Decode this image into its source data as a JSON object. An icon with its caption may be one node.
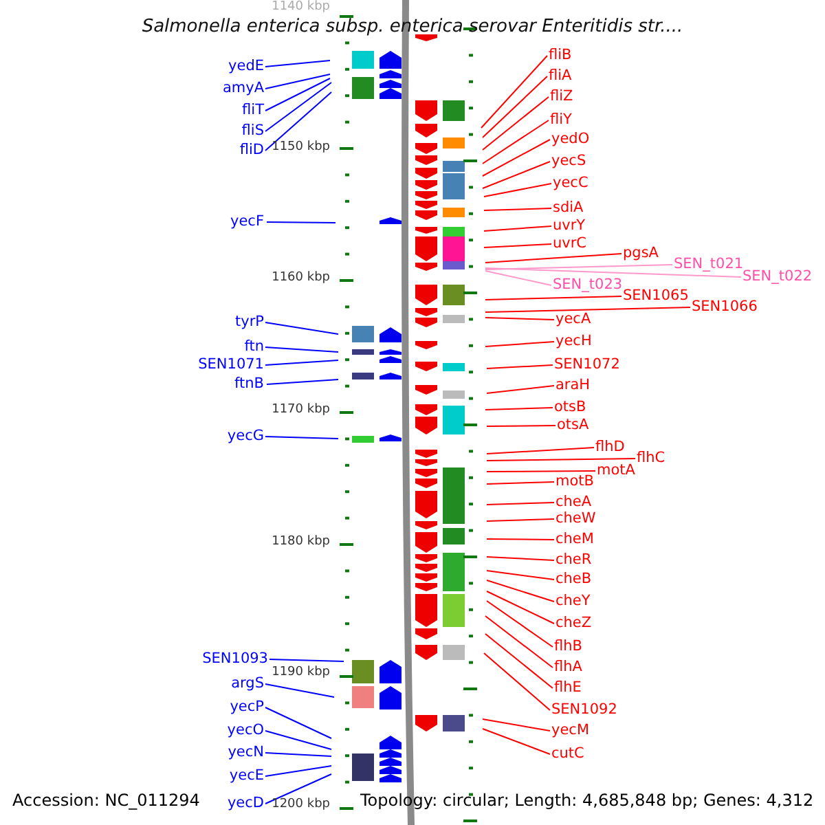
{
  "diagram": {
    "title": "Salmonella enterica subsp. enterica serovar Enteritidis str....",
    "nodes": [
      {
        "text": [
          "yedE"
        ]
      },
      {
        "text": [
          "amyA"
        ]
      },
      {
        "text": [
          "fliT"
        ]
      },
      {
        "text": [
          "fliS"
        ]
      },
      {
        "text": [
          "fliD"
        ]
      },
      {
        "text": [
          "yecF"
        ]
      },
      {
        "text": [
          "tyrP"
        ]
      },
      {
        "text": [
          "ftn"
        ]
      },
      {
        "text": [
          "SEN1071"
        ]
      },
      {
        "text": [
          "ftnB"
        ]
      },
      {
        "text": [
          "yecG"
        ]
      },
      {
        "text": [
          "SEN1093"
        ]
      },
      {
        "text": [
          "argS"
        ]
      },
      {
        "text": [
          "yecP"
        ]
      },
      {
        "text": [
          "yecO"
        ]
      },
      {
        "text": [
          "yecN"
        ]
      },
      {
        "text": [
          "yecE"
        ]
      },
      {
        "text": [
          "yecD"
        ]
      },
      {
        "text": [
          "fliB"
        ]
      },
      {
        "text": [
          "fliA"
        ]
      },
      {
        "text": [
          "fliZ"
        ]
      },
      {
        "text": [
          "fliY"
        ]
      },
      {
        "text": [
          "yedO"
        ]
      },
      {
        "text": [
          "yecS"
        ]
      },
      {
        "text": [
          "yecC"
        ]
      },
      {
        "text": [
          "sdiA"
        ]
      },
      {
        "text": [
          "uvrY"
        ]
      },
      {
        "text": [
          "uvrC"
        ]
      },
      {
        "text": [
          "pgsA"
        ]
      },
      {
        "text": [
          "SEN_t023"
        ]
      },
      {
        "text": [
          "SEN_t021"
        ]
      },
      {
        "text": [
          "SEN_t022"
        ]
      },
      {
        "text": [
          "SEN1065"
        ]
      },
      {
        "text": [
          "SEN1066"
        ]
      },
      {
        "text": [
          "yecA"
        ]
      },
      {
        "text": [
          "yecH"
        ]
      },
      {
        "text": [
          "SEN1072"
        ]
      },
      {
        "text": [
          "araH"
        ]
      },
      {
        "text": [
          "otsB"
        ]
      },
      {
        "text": [
          "otsA"
        ]
      },
      {
        "text": [
          "flhD"
        ]
      },
      {
        "text": [
          "flhC"
        ]
      },
      {
        "text": [
          "motA"
        ]
      },
      {
        "text": [
          "motB"
        ]
      },
      {
        "text": [
          "cheA"
        ]
      },
      {
        "text": [
          "cheW"
        ]
      },
      {
        "text": [
          "cheM"
        ]
      },
      {
        "text": [
          "cheR"
        ]
      },
      {
        "text": [
          "cheB"
        ]
      },
      {
        "text": [
          "cheY"
        ]
      },
      {
        "text": [
          "cheZ"
        ]
      },
      {
        "text": [
          "flhB"
        ]
      },
      {
        "text": [
          "flhA"
        ]
      },
      {
        "text": [
          "flhE"
        ]
      },
      {
        "text": [
          "SEN1092"
        ]
      },
      {
        "text": [
          "yecM"
        ]
      },
      {
        "text": [
          "cutC"
        ]
      }
    ],
    "edges": [
      {
        "from": 0,
        "to": null,
        "arrow": "none",
        "color": "#0000ff"
      },
      {
        "from": 1,
        "to": null,
        "arrow": "none",
        "color": "#0000ff"
      },
      {
        "from": 2,
        "to": null,
        "arrow": "none",
        "color": "#0000ff"
      },
      {
        "from": 3,
        "to": null,
        "arrow": "none",
        "color": "#0000ff"
      },
      {
        "from": 4,
        "to": null,
        "arrow": "none",
        "color": "#0000ff"
      },
      {
        "from": 5,
        "to": null,
        "arrow": "none",
        "color": "#0000ff"
      },
      {
        "from": 6,
        "to": null,
        "arrow": "none",
        "color": "#0000ff"
      },
      {
        "from": 7,
        "to": null,
        "arrow": "none",
        "color": "#0000ff"
      },
      {
        "from": 8,
        "to": null,
        "arrow": "none",
        "color": "#0000ff"
      },
      {
        "from": 9,
        "to": null,
        "arrow": "none",
        "color": "#0000ff"
      },
      {
        "from": 10,
        "to": null,
        "arrow": "none",
        "color": "#0000ff"
      },
      {
        "from": 11,
        "to": null,
        "arrow": "none",
        "color": "#0000ff"
      },
      {
        "from": 12,
        "to": null,
        "arrow": "none",
        "color": "#0000ff"
      },
      {
        "from": 13,
        "to": null,
        "arrow": "none",
        "color": "#0000ff"
      },
      {
        "from": 14,
        "to": null,
        "arrow": "none",
        "color": "#0000ff"
      },
      {
        "from": 15,
        "to": null,
        "arrow": "none",
        "color": "#0000ff"
      },
      {
        "from": 16,
        "to": null,
        "arrow": "none",
        "color": "#0000ff"
      },
      {
        "from": 17,
        "to": null,
        "arrow": "none",
        "color": "#0000ff"
      },
      {
        "from": 18,
        "to": null,
        "arrow": "none"
      },
      {
        "from": 19,
        "to": null,
        "arrow": "none"
      },
      {
        "from": 20,
        "to": null,
        "arrow": "none"
      },
      {
        "from": 21,
        "to": null,
        "arrow": "none"
      },
      {
        "from": 22,
        "to": null,
        "arrow": "none"
      },
      {
        "from": 23,
        "to": null,
        "arrow": "none"
      },
      {
        "from": 24,
        "to": null,
        "arrow": "none"
      },
      {
        "from": 25,
        "to": null,
        "arrow": "none"
      },
      {
        "from": 26,
        "to": null,
        "arrow": "none"
      },
      {
        "from": 27,
        "to": null,
        "arrow": "none"
      },
      {
        "from": 28,
        "to": null,
        "arrow": "none"
      },
      {
        "from": 29,
        "to": null,
        "arrow": "none",
        "color": "#ff99cc"
      },
      {
        "from": 30,
        "to": null,
        "arrow": "none",
        "color": "#ff99cc"
      },
      {
        "from": 31,
        "to": null,
        "arrow": "none",
        "color": "#ff99cc"
      },
      {
        "from": 32,
        "to": null,
        "arrow": "none"
      },
      {
        "from": 33,
        "to": null,
        "arrow": "none"
      },
      {
        "from": 34,
        "to": null,
        "arrow": "none"
      },
      {
        "from": 35,
        "to": null,
        "arrow": "none"
      },
      {
        "from": 36,
        "to": null,
        "arrow": "none"
      },
      {
        "from": 37,
        "to": null,
        "arrow": "none"
      },
      {
        "from": 38,
        "to": null,
        "arrow": "none"
      },
      {
        "from": 39,
        "to": null,
        "arrow": "none"
      },
      {
        "from": 40,
        "to": null,
        "arrow": "none"
      },
      {
        "from": 41,
        "to": null,
        "arrow": "none"
      },
      {
        "from": 42,
        "to": null,
        "arrow": "none"
      },
      {
        "from": 43,
        "to": null,
        "arrow": "none"
      },
      {
        "from": 44,
        "to": null,
        "arrow": "none"
      },
      {
        "from": 45,
        "to": null,
        "arrow": "none"
      },
      {
        "from": 46,
        "to": null,
        "arrow": "none"
      },
      {
        "from": 47,
        "to": null,
        "arrow": "none"
      },
      {
        "from": 48,
        "to": null,
        "arrow": "none"
      },
      {
        "from": 49,
        "to": null,
        "arrow": "none"
      },
      {
        "from": 50,
        "to": null,
        "arrow": "none"
      },
      {
        "from": 51,
        "to": null,
        "arrow": "none"
      },
      {
        "from": 52,
        "to": null,
        "arrow": "none"
      },
      {
        "from": 53,
        "to": null,
        "arrow": "none"
      },
      {
        "from": 54,
        "to": null,
        "arrow": "none"
      },
      {
        "from": 55,
        "to": null,
        "arrow": "none"
      },
      {
        "from": 56,
        "to": null,
        "arrow": "none"
      }
    ],
    "labels": [
      "1140 kbp",
      "1150 kbp",
      "1160 kbp",
      "1170 kbp",
      "1180 kbp",
      "1190 kbp",
      "1200 kbp",
      "Accession: NC_011294",
      "Topology: circular; Length: 4,685,848 bp; Genes: 4,312"
    ]
  }
}
